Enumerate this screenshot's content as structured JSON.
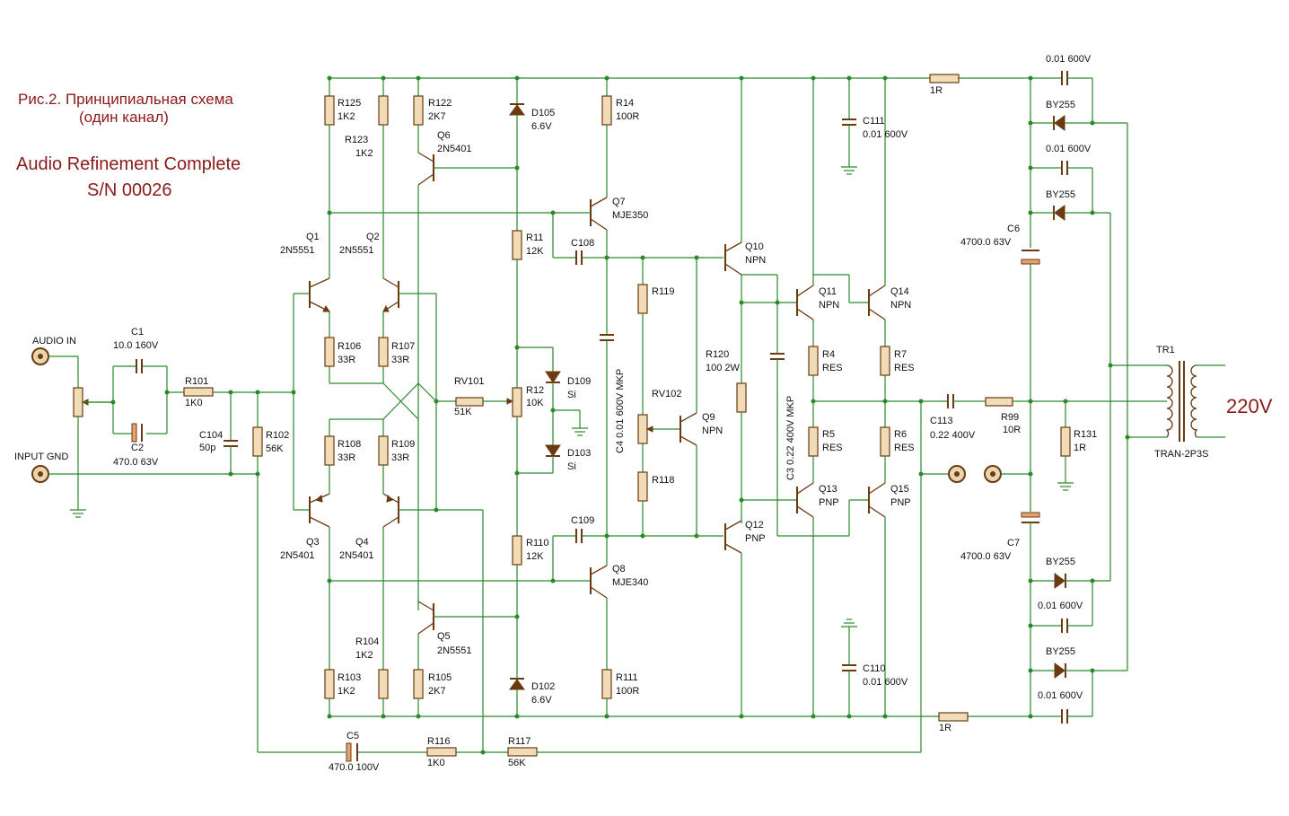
{
  "title": {
    "line1": "Рис.2. Принципиальная схема",
    "line2": "(один канал)",
    "line3": "Audio Refinement Complete",
    "line4": "S/N 00026"
  },
  "mains_label": "220V",
  "labels": {
    "audio_in": "AUDIO IN",
    "input_gnd": "INPUT GND",
    "c1_name": "C1",
    "c1_val": "10.0 160V",
    "c2_name": "C2",
    "c2_val": "470.0 63V",
    "r101_name": "R101",
    "r101_val": "1K0",
    "c104_name": "C104",
    "c104_val": "50p",
    "r102_name": "R102",
    "r102_val": "56K",
    "r125_name": "R125",
    "r125_val": "1K2",
    "r123_name": "R123",
    "r123_val": "1K2",
    "r122_name": "R122",
    "r122_val": "2K7",
    "q6_name": "Q6",
    "q6_val": "2N5401",
    "d105_name": "D105",
    "d105_val": "6.6V",
    "r14_name": "R14",
    "r14_val": "100R",
    "q1_name": "Q1",
    "q1_val": "2N5551",
    "q2_name": "Q2",
    "q2_val": "2N5551",
    "r106_name": "R106",
    "r106_val": "33R",
    "r107_name": "R107",
    "r107_val": "33R",
    "r108_name": "R108",
    "r108_val": "33R",
    "r109_name": "R109",
    "r109_val": "33R",
    "q3_name": "Q3",
    "q3_val": "2N5401",
    "q4_name": "Q4",
    "q4_val": "2N5401",
    "rv101_name": "RV101",
    "rv101_val": "51K",
    "r11_name": "R11",
    "r11_val": "12K",
    "r12_name": "R12",
    "r12_val": "10K",
    "d109_name": "D109",
    "d109_val": "Si",
    "d103_name": "D103",
    "d103_val": "Si",
    "r110_name": "R110",
    "r110_val": "12K",
    "q7_name": "Q7",
    "q7_val": "MJE350",
    "q8_name": "Q8",
    "q8_val": "MJE340",
    "c108_name": "C108",
    "c109_name": "C109",
    "c4_label": "C4  0.01 600V MKP",
    "r119_name": "R119",
    "rv102_name": "RV102",
    "r118_name": "R118",
    "q9_name": "Q9",
    "q9_val": "NPN",
    "q10_name": "Q10",
    "q10_val": "NPN",
    "q12_name": "Q12",
    "q12_val": "PNP",
    "r120_name": "R120",
    "r120_val": "100 2W",
    "c3_label": "C3  0.22 400V MKP",
    "q11_name": "Q11",
    "q11_val": "NPN",
    "q13_name": "Q13",
    "q13_val": "PNP",
    "q14_name": "Q14",
    "q14_val": "NPN",
    "q15_name": "Q15",
    "q15_val": "PNP",
    "r4_name": "R4",
    "r4_val": "RES",
    "r5_name": "R5",
    "r5_val": "RES",
    "r6_name": "R6",
    "r6_val": "RES",
    "r7_name": "R7",
    "r7_val": "RES",
    "c111_name": "C111",
    "c111_val": "0.01 600V",
    "c110_name": "C110",
    "c110_val": "0.01 600V",
    "r_top_val": "1R",
    "r_bot_val": "1R",
    "c113_name": "C113",
    "c113_val": "0.22 400V",
    "r99_name": "R99",
    "r99_val": "10R",
    "r131_name": "R131",
    "r131_val": "1R",
    "r104_name": "R104",
    "r104_val": "1K2",
    "r103_name": "R103",
    "r103_val": "1K2",
    "r105_name": "R105",
    "r105_val": "2K7",
    "q5_name": "Q5",
    "q5_val": "2N5551",
    "d102_name": "D102",
    "d102_val": "6.6V",
    "r111_name": "R111",
    "r111_val": "100R",
    "c5_name": "C5",
    "c5_val": "470.0 100V",
    "r116_name": "R116",
    "r116_val": "1K0",
    "r117_name": "R117",
    "r117_val": "56K",
    "c6_name": "C6",
    "c6_val": "4700.0 63V",
    "c7_name": "C7",
    "c7_val": "4700.0 63V",
    "by255_1": "BY255",
    "by255_2": "BY255",
    "by255_3": "BY255",
    "by255_4": "BY255",
    "cap600_1": "0.01 600V",
    "cap600_2": "0.01 600V",
    "cap600_3": "0.01 600V",
    "cap600_4": "0.01 600V",
    "tr1_name": "TR1",
    "tr1_val": "TRAN-2P3S"
  }
}
